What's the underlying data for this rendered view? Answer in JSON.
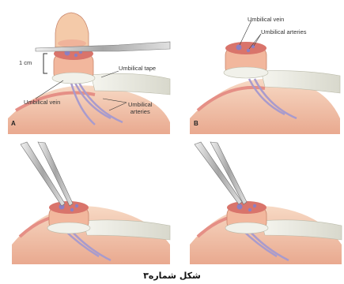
{
  "panels": [
    {
      "letter": "A",
      "labels": {
        "one_cm": "1 cm",
        "umbilical_tape": "Umbilical tape",
        "umbilical_vein": "Umbilical vein",
        "umbilical_arteries": "Umbilical\narteries"
      }
    },
    {
      "letter": "B",
      "labels": {
        "umbilical_vein": "Umbilical vein",
        "umbilical_arteries": "Umbilical arteries"
      }
    },
    {
      "letter": "",
      "labels": {}
    },
    {
      "letter": "",
      "labels": {}
    }
  ],
  "caption": "شکل شماره۳"
}
